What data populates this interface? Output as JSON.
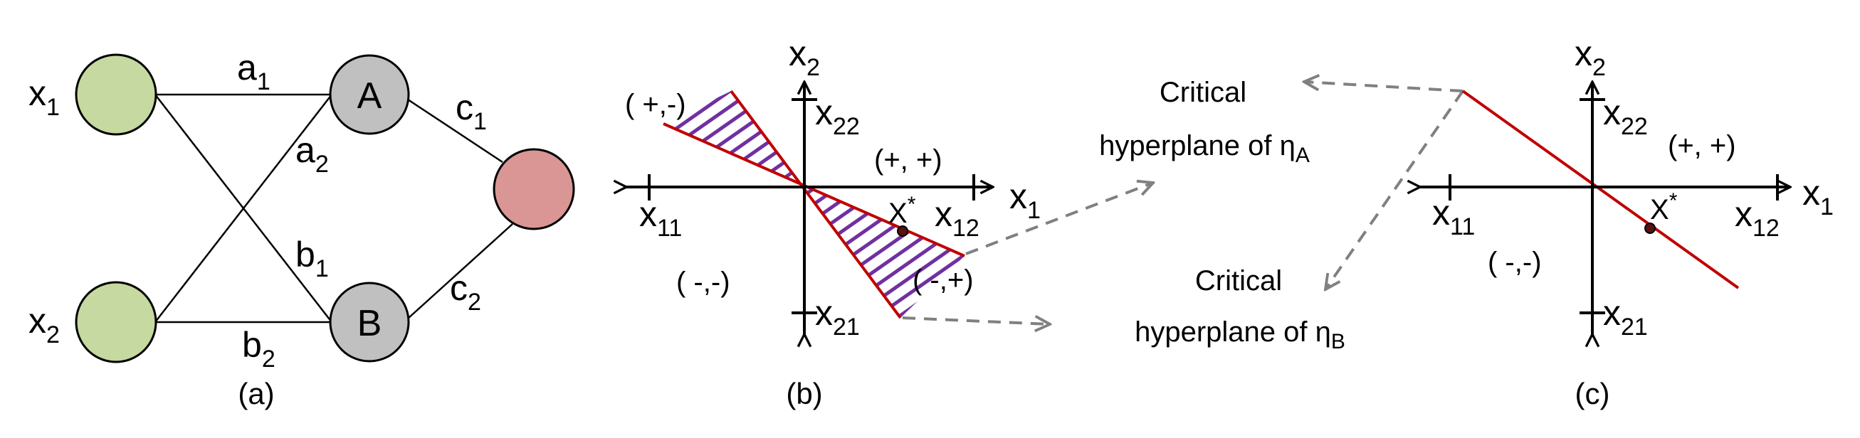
{
  "panel_a": {
    "caption": "(a)",
    "inputs": [
      {
        "base": "x",
        "sub": "1"
      },
      {
        "base": "x",
        "sub": "2"
      }
    ],
    "hidden": [
      "A",
      "B"
    ],
    "edges": [
      {
        "base": "a",
        "sub": "1"
      },
      {
        "base": "a",
        "sub": "2"
      },
      {
        "base": "b",
        "sub": "1"
      },
      {
        "base": "b",
        "sub": "2"
      },
      {
        "base": "c",
        "sub": "1"
      },
      {
        "base": "c",
        "sub": "2"
      }
    ],
    "colors": {
      "input_node": "#c5d9a0",
      "hidden_node": "#c0c0c0",
      "output_node": "#d99694"
    }
  },
  "panel_b": {
    "caption": "(b)",
    "x2_axis": {
      "base": "x",
      "sub": "2"
    },
    "x1_axis": {
      "base": "x",
      "sub": "1"
    },
    "x22": {
      "base": "x",
      "sub": "22"
    },
    "x21": {
      "base": "x",
      "sub": "21"
    },
    "x11": {
      "base": "x",
      "sub": "11"
    },
    "x12": {
      "base": "x",
      "sub": "12"
    },
    "point": {
      "base": "X",
      "sup": "*"
    },
    "quadrants": {
      "pm": "( +,-)",
      "pp": "(+, +)",
      "mm": "( -,-)",
      "mp": "( -,+)"
    }
  },
  "annotations": {
    "top": {
      "line1": "Critical",
      "line2_prefix": "hyperplane of η",
      "sub": "A"
    },
    "bottom": {
      "line1": "Critical",
      "line2_prefix": "hyperplane of η",
      "sub": "B"
    }
  },
  "panel_c": {
    "caption": "(c)",
    "x2_axis": {
      "base": "x",
      "sub": "2"
    },
    "x1_axis": {
      "base": "x",
      "sub": "1"
    },
    "x22": {
      "base": "x",
      "sub": "22"
    },
    "x21": {
      "base": "x",
      "sub": "21"
    },
    "x11": {
      "base": "x",
      "sub": "11"
    },
    "x12": {
      "base": "x",
      "sub": "12"
    },
    "point": {
      "base": "X",
      "sup": "*"
    },
    "quadrants": {
      "pp": "(+, +)",
      "mm": "( -,-)"
    }
  },
  "colors": {
    "hyperplane": "#c00000",
    "hatch": "#7030a0",
    "dashed_arrow": "#808080"
  }
}
